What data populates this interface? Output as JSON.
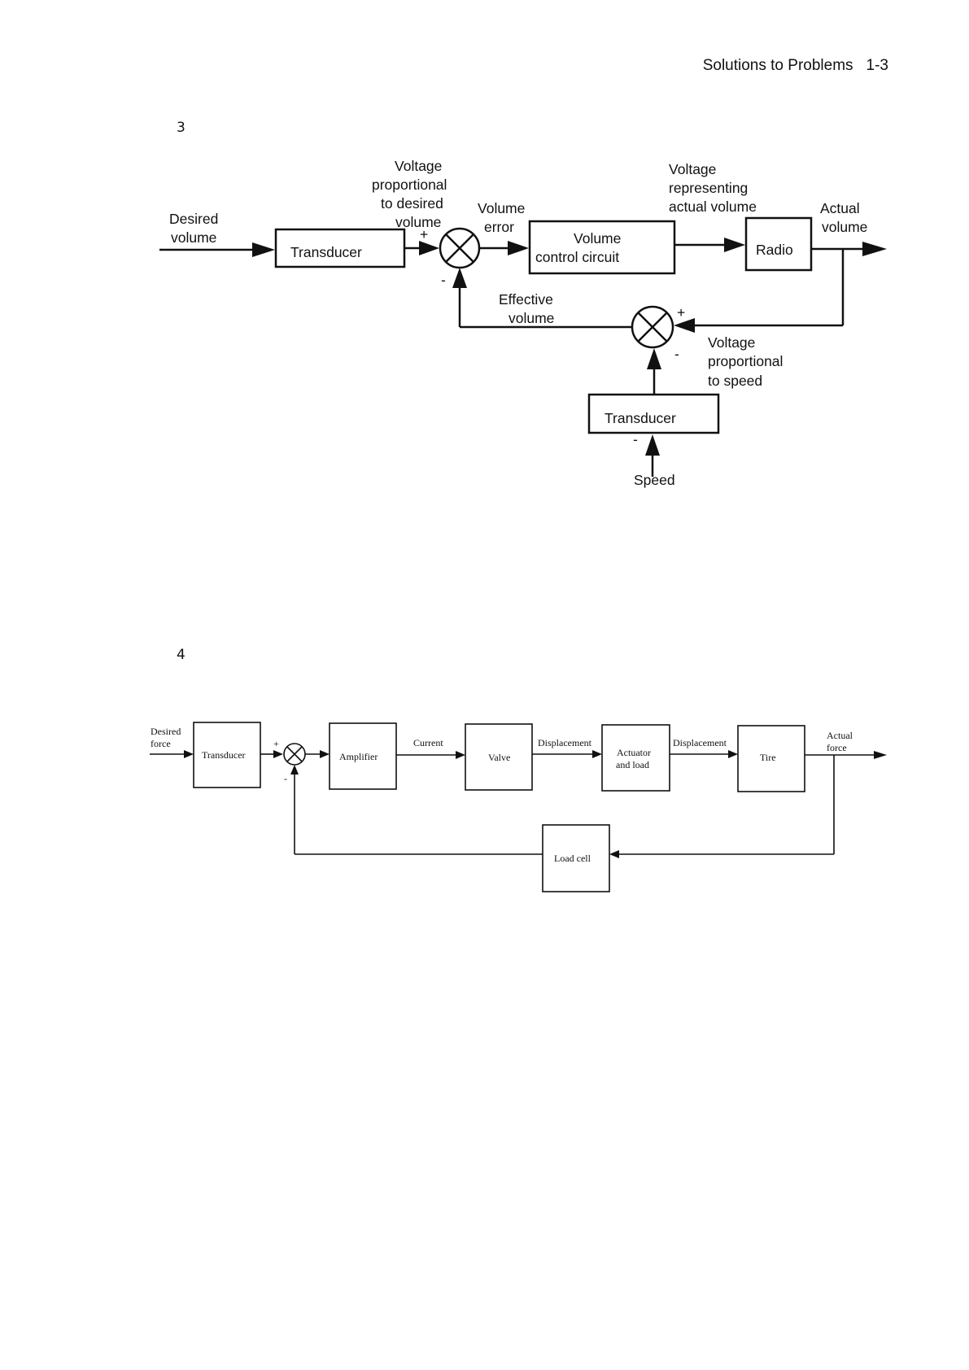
{
  "header": {
    "title": "Solutions to Problems",
    "page": "1-3"
  },
  "problems": [
    {
      "number": "3",
      "blocks": {
        "transducer_top": "Transducer",
        "volume_control_line1": "Volume",
        "volume_control_line2": "control circuit",
        "radio": "Radio",
        "transducer_bottom": "Transducer"
      },
      "labels": {
        "desired_volume": [
          "Desired",
          "volume"
        ],
        "voltage_desired": [
          "Voltage",
          "proportional",
          "to desired",
          "volume"
        ],
        "volume_error": [
          "Volume",
          "error"
        ],
        "voltage_actual": [
          "Voltage",
          "representing",
          "actual volume"
        ],
        "actual_volume": [
          "Actual",
          "volume"
        ],
        "effective_volume": [
          "Effective",
          "volume"
        ],
        "voltage_speed": [
          "Voltage",
          "proportional",
          "to speed"
        ],
        "speed": "Speed"
      },
      "signs": {
        "plus": "+",
        "minus": "-"
      }
    },
    {
      "number": "4",
      "blocks": {
        "transducer": "Transducer",
        "amplifier": "Amplifier",
        "valve": "Valve",
        "actuator_line1": "Actuator",
        "actuator_line2": "and load",
        "tire": "Tire",
        "load_cell": "Load cell"
      },
      "labels": {
        "desired_force": [
          "Desired",
          "force"
        ],
        "current": "Current",
        "displacement_1": "Displacement",
        "displacement_2": "Displacement",
        "actual_force": [
          "Actual",
          "force"
        ]
      },
      "signs": {
        "plus": "+",
        "minus": "-"
      }
    }
  ]
}
